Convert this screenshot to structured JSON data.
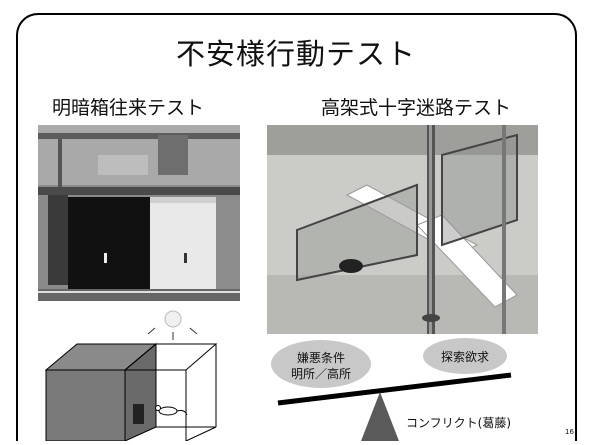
{
  "slide": {
    "title": "不安様行動テスト",
    "page_number": "16"
  },
  "left_panel": {
    "subtitle": "明暗箱往来テスト"
  },
  "right_panel": {
    "subtitle": "高架式十字迷路テスト"
  },
  "balance": {
    "left_oval_line1": "嫌悪条件",
    "left_oval_line2": "明所／高所",
    "right_oval": "探索欲求",
    "fulcrum_label": "コンフリクト(葛藤)"
  },
  "colors": {
    "dark_box": "#7a7a7a",
    "oval_fill": "#c8c8c8",
    "fulcrum": "#5a5a5a"
  }
}
